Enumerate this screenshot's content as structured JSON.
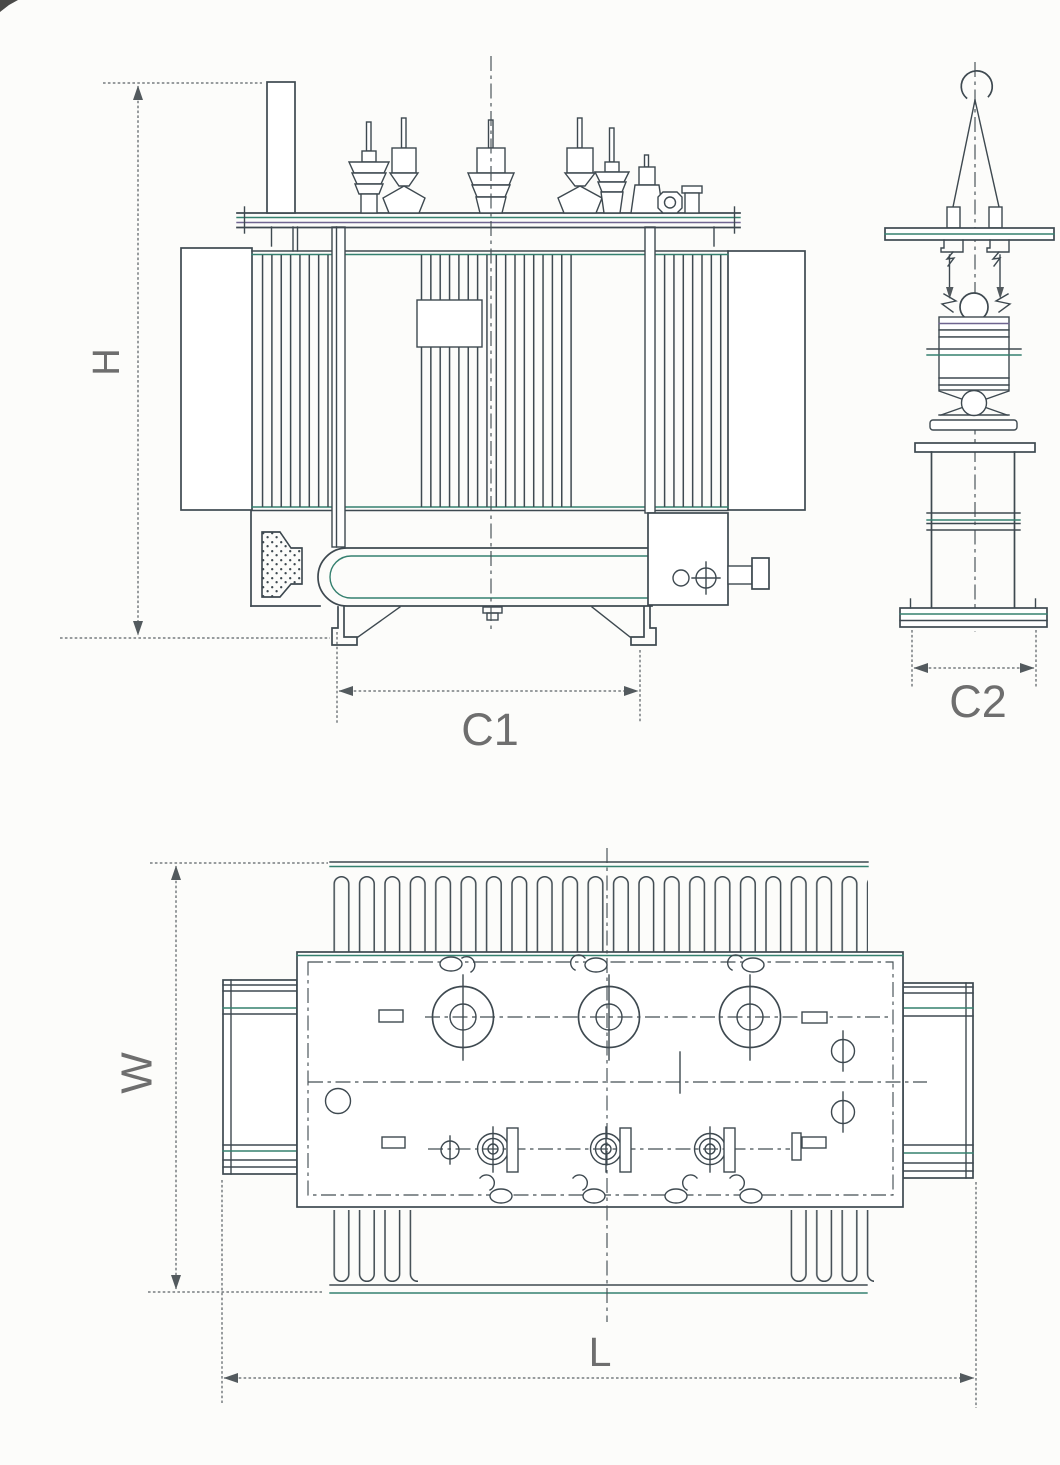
{
  "drawing": {
    "kind": "transformer outline dimensional drawing",
    "views": {
      "front_view": "front-view",
      "side_view": "side-view",
      "top_view": "top-view"
    }
  },
  "dims": {
    "H": "H",
    "C1": "C1",
    "C2": "C2",
    "W": "W",
    "L": "L"
  },
  "colors": {
    "line": "#3e4950",
    "accent_teal": "#35806f",
    "accent_purple": "#6f6590",
    "dimension": "#5c6367",
    "label_text": "#6e6e6e",
    "background": "#fcfcfa"
  }
}
